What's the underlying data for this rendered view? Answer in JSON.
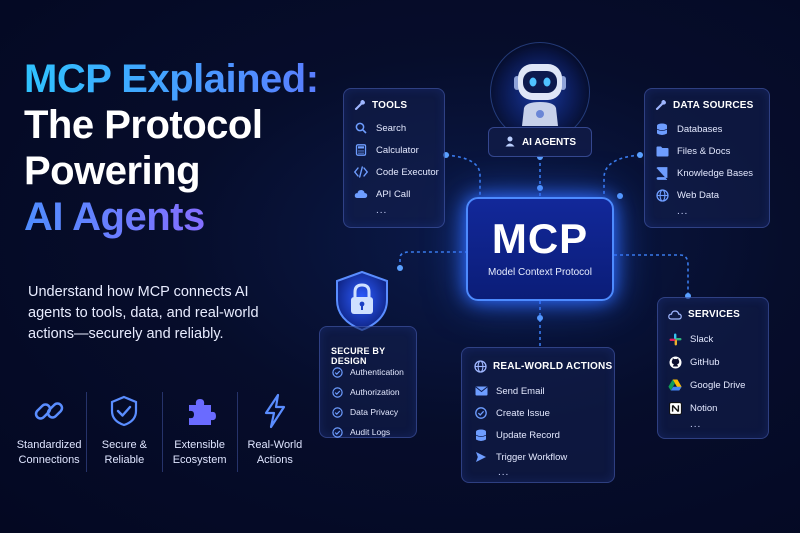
{
  "title": {
    "line1": "MCP Explained:",
    "line2": "The Protocol",
    "line3": "Powering",
    "line4": "AI Agents"
  },
  "subtitle": "Understand how MCP connects AI agents to tools, data, and real-world actions—securely and reliably.",
  "features": [
    {
      "icon": "link-icon",
      "label": "Standardized\nConnections"
    },
    {
      "icon": "shield-check-icon",
      "label": "Secure &\nReliable"
    },
    {
      "icon": "puzzle-icon",
      "label": "Extensible\nEcosystem"
    },
    {
      "icon": "lightning-icon",
      "label": "Real-World\nActions"
    }
  ],
  "center": {
    "title": "MCP",
    "subtitle": "Model Context Protocol"
  },
  "agents": {
    "label": "AI AGENTS",
    "icon": "robot-icon"
  },
  "tools": {
    "title": "TOOLS",
    "items": [
      {
        "icon": "search-icon",
        "label": "Search"
      },
      {
        "icon": "calculator-icon",
        "label": "Calculator"
      },
      {
        "icon": "code-icon",
        "label": "Code Executor"
      },
      {
        "icon": "cloud-icon",
        "label": "API Call"
      }
    ],
    "more": "..."
  },
  "data_sources": {
    "title": "DATA SOURCES",
    "items": [
      {
        "icon": "database-icon",
        "label": "Databases"
      },
      {
        "icon": "folder-icon",
        "label": "Files & Docs"
      },
      {
        "icon": "book-icon",
        "label": "Knowledge Bases"
      },
      {
        "icon": "globe-icon",
        "label": "Web Data"
      }
    ],
    "more": "..."
  },
  "services": {
    "title": "SERVICES",
    "items": [
      {
        "icon": "slack-icon",
        "label": "Slack"
      },
      {
        "icon": "github-icon",
        "label": "GitHub"
      },
      {
        "icon": "google-drive-icon",
        "label": "Google Drive"
      },
      {
        "icon": "notion-icon",
        "label": "Notion"
      }
    ],
    "more": "..."
  },
  "actions": {
    "title": "REAL-WORLD ACTIONS",
    "items": [
      {
        "icon": "email-icon",
        "label": "Send Email"
      },
      {
        "icon": "check-circle-icon",
        "label": "Create Issue"
      },
      {
        "icon": "database-icon",
        "label": "Update Record"
      },
      {
        "icon": "send-icon",
        "label": "Trigger Workflow"
      }
    ],
    "more": "..."
  },
  "secure": {
    "title": "SECURE BY DESIGN",
    "items": [
      {
        "icon": "check-circle-icon",
        "label": "Authentication"
      },
      {
        "icon": "check-circle-icon",
        "label": "Authorization"
      },
      {
        "icon": "check-circle-icon",
        "label": "Data Privacy"
      },
      {
        "icon": "check-circle-icon",
        "label": "Audit Logs"
      }
    ]
  },
  "colors": {
    "accent": "#2f6bff",
    "title_cyan": "#2fc3ff",
    "title_purple": "#a65bff",
    "background": "#060d2b"
  }
}
